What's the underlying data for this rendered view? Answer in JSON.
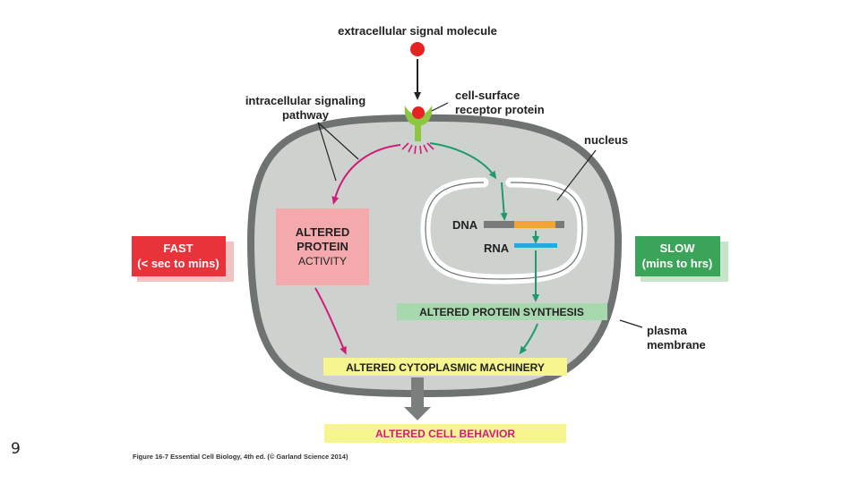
{
  "labels": {
    "signal_molecule": "extracellular signal molecule",
    "intracellular_line1": "intracellular signaling",
    "intracellular_line2": "pathway",
    "receptor_line1": "cell-surface",
    "receptor_line2": "receptor protein",
    "nucleus": "nucleus",
    "dna": "DNA",
    "rna": "RNA",
    "plasma_line1": "plasma",
    "plasma_line2": "membrane"
  },
  "boxes": {
    "fast_line1": "FAST",
    "fast_line2": "(< sec to mins)",
    "slow_line1": "SLOW",
    "slow_line2": "(mins to hrs)",
    "altered_protein_line1": "ALTERED",
    "altered_protein_line2": "PROTEIN",
    "altered_protein_line3": "ACTIVITY",
    "protein_synthesis": "ALTERED PROTEIN SYNTHESIS",
    "cytoplasmic": "ALTERED CYTOPLASMIC MACHINERY",
    "cell_behavior": "ALTERED CELL BEHAVIOR"
  },
  "caption": "Figure 16-7 Essential Cell Biology, 4th ed. (© Garland Science 2014)",
  "slide_number": "9",
  "colors": {
    "cell_fill": "#cdd2cf",
    "membrane": "#6e7270",
    "fast_red": "#e8333a",
    "slow_green": "#3aa558",
    "pink_box": "#f4a9ac",
    "green_box": "#a8d8ae",
    "yellow_box": "#f7f58f",
    "magenta_arrow": "#d21c7a",
    "green_arrow": "#1f9a6a",
    "signal_red": "#e62222",
    "receptor_green": "#8dc63f",
    "dna_orange": "#f4a531",
    "rna_blue": "#2aa7df"
  }
}
